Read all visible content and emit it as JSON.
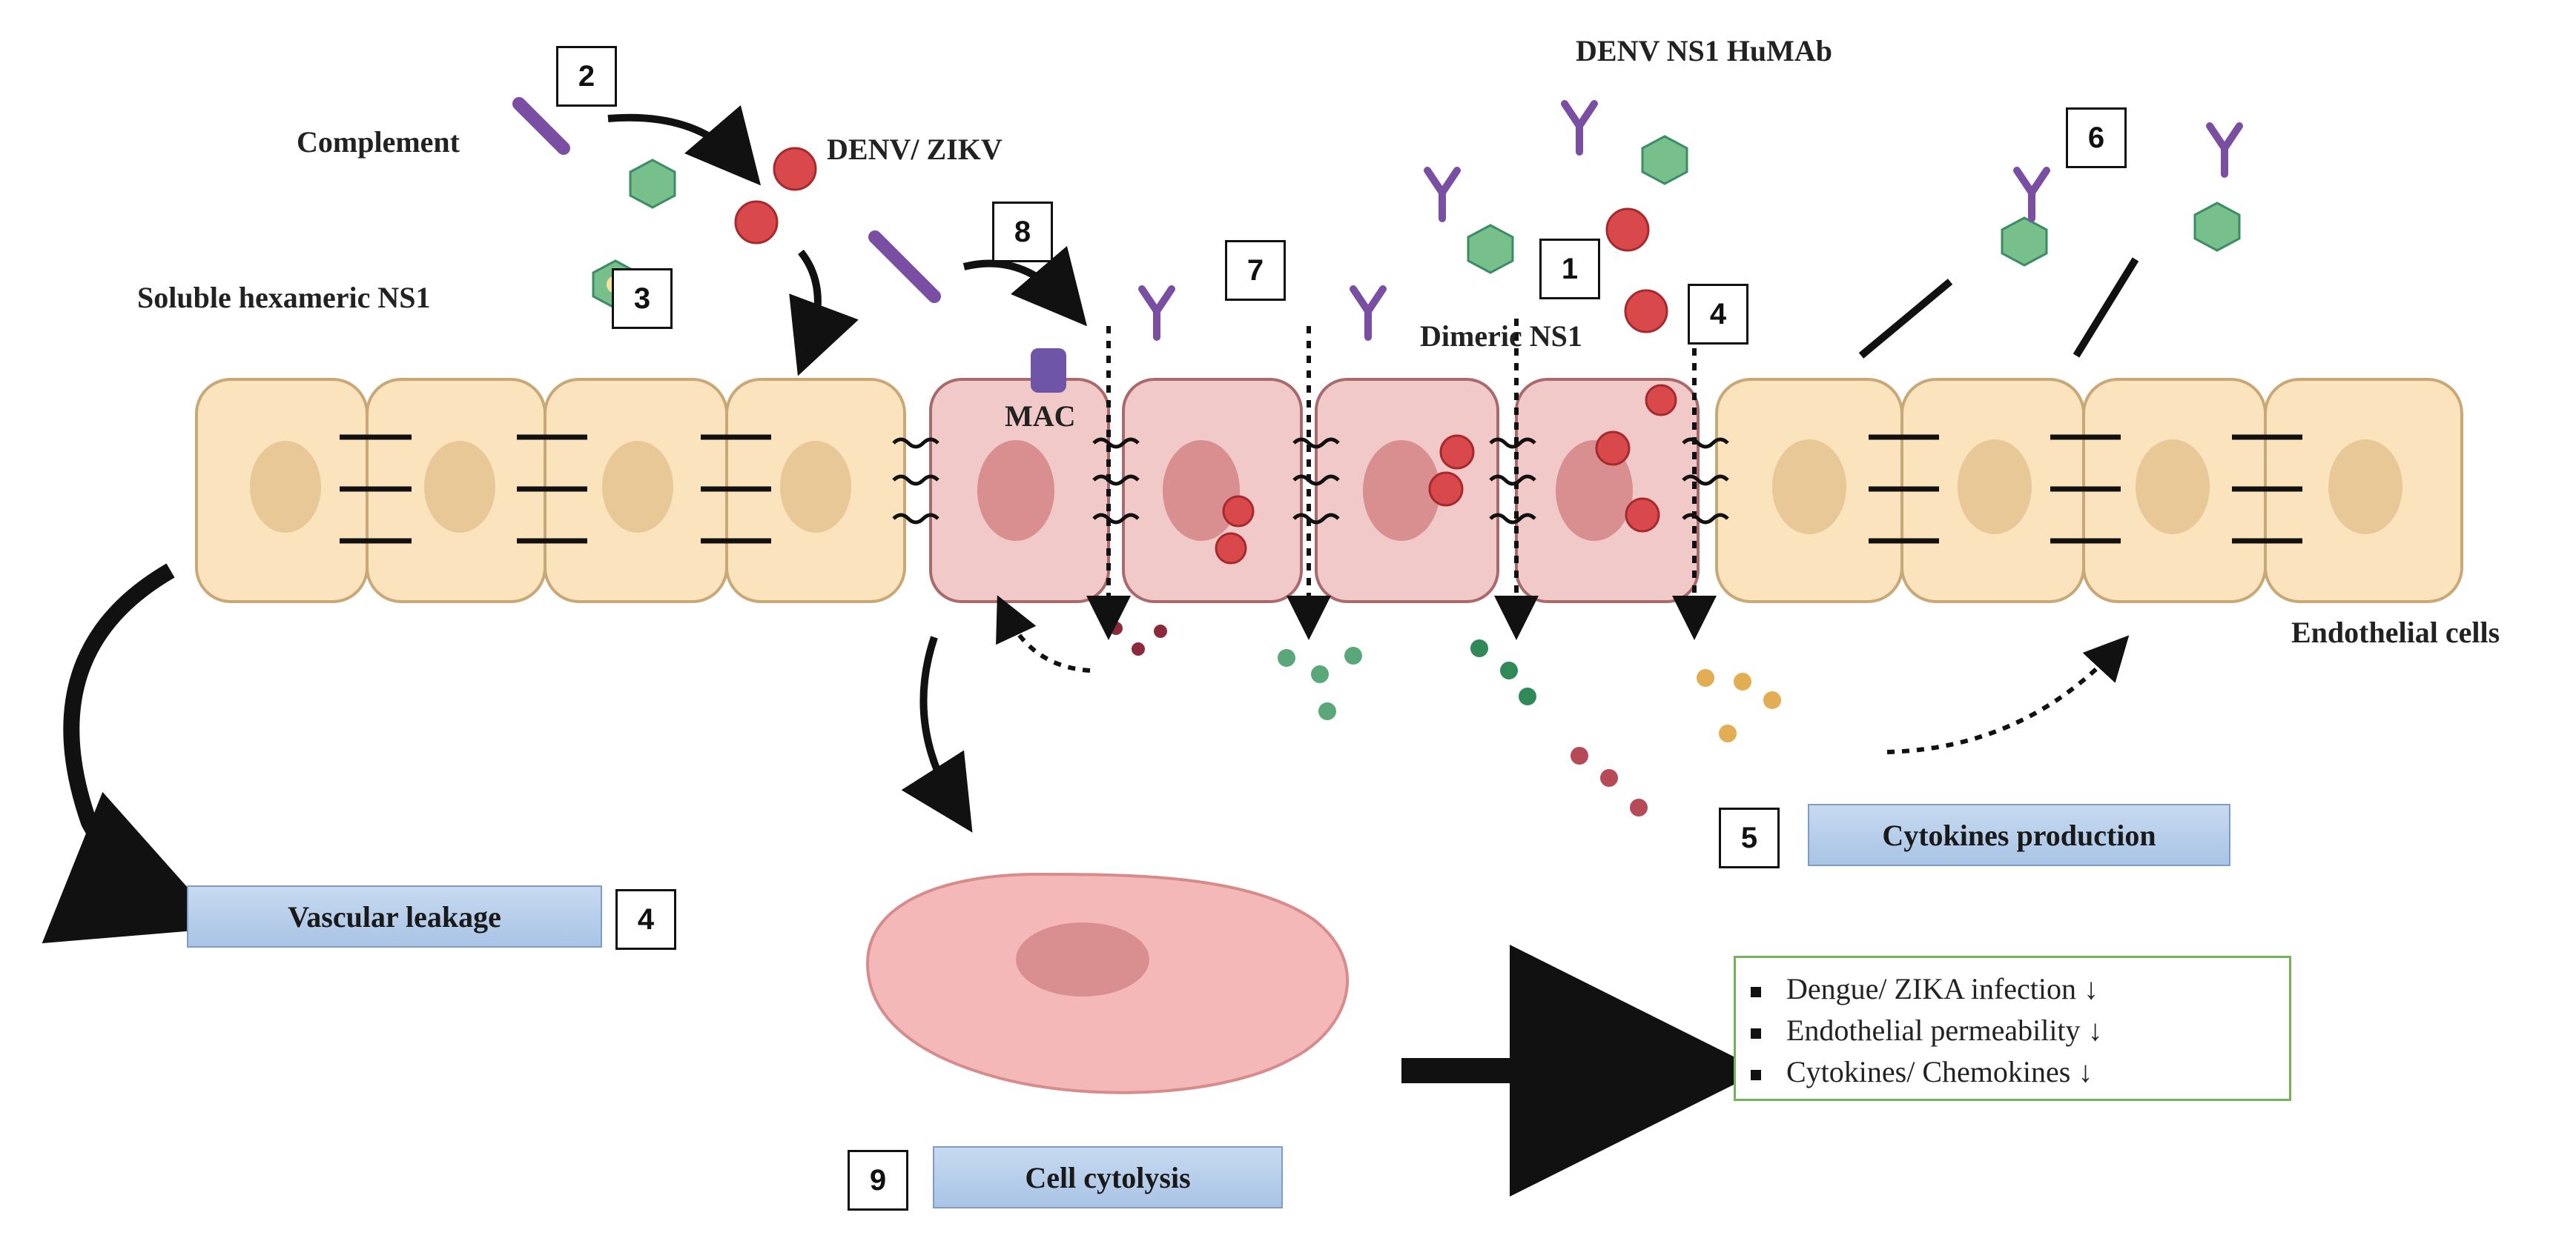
{
  "labels": {
    "complement": "Complement",
    "denv_zikv": "DENV/ ZIKV",
    "soluble_hexameric_ns1": "Soluble hexameric NS1",
    "humab": "DENV NS1 HuMAb",
    "dimeric_ns1": "Dimeric NS1",
    "mac": "MAC",
    "endothelial_cells": "Endothelial cells"
  },
  "steps": [
    "1",
    "2",
    "3",
    "4",
    "4",
    "5",
    "6",
    "7",
    "8",
    "9"
  ],
  "outcome_boxes": {
    "vascular_leakage": "Vascular leakage",
    "cytokines_production": "Cytokines production",
    "cell_cytolysis": "Cell cytolysis"
  },
  "effects": [
    "Dengue/  ZIKA infection ↓",
    "Endothelial  permeability ↓",
    "Cytokines/  Chemokines ↓"
  ],
  "colors": {
    "healthy_cell": "#fbe3bd",
    "healthy_cell_border": "#c9a877",
    "healthy_nucleus": "#e9c898",
    "infected_cell": "#f2c9c9",
    "infected_cell_border": "#a86a6a",
    "virus": "#d9484b",
    "antibody": "#7a4fa3",
    "outcome_box": "#b8cfec",
    "effects_border": "#74b35a"
  }
}
